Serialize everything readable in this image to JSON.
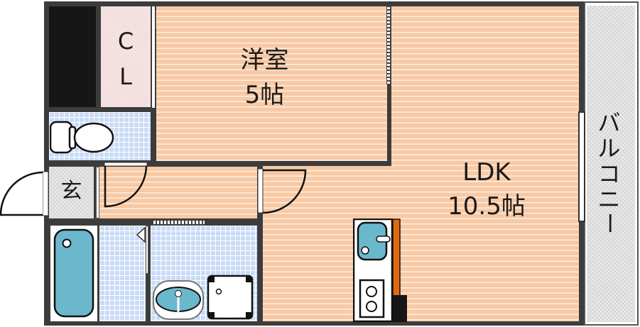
{
  "rooms": {
    "western_room": {
      "name": "洋室",
      "size": "5帖"
    },
    "ldk": {
      "name": "LDK",
      "size": "10.5帖"
    },
    "closet": {
      "line1": "C",
      "line2": "L"
    },
    "entrance": {
      "name": "玄"
    },
    "balcony": {
      "chars": [
        "バ",
        "ル",
        "コ",
        "ニ",
        "ー"
      ]
    }
  },
  "colors": {
    "wall": "#3c3c3c",
    "floor": "#f8c9a4",
    "tile": "#c9dbf6",
    "water": "#6bb8cc",
    "kitchen_accent": "#e06a10"
  }
}
